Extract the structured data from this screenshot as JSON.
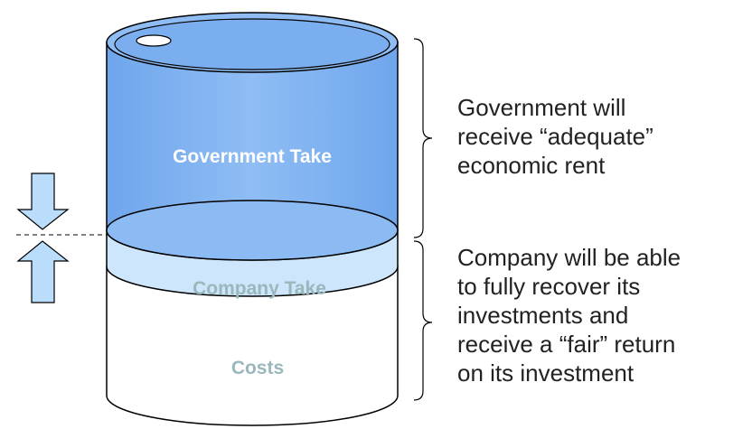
{
  "barrel": {
    "segments": [
      {
        "label": "Government Take",
        "color": "#7fb2f0",
        "label_color": "#ffffff"
      },
      {
        "label": "Company Take",
        "color": "#cde6fb",
        "label_color": "#9ab7bb"
      },
      {
        "label": "Costs",
        "color": "#ffffff",
        "label_color": "#9ab7bb"
      }
    ]
  },
  "annotations": {
    "government": [
      "Government will",
      "receive “adequate”",
      "economic rent"
    ],
    "company": [
      "Company will be able",
      "to fully recover its",
      "investments and",
      "receive a “fair” return",
      "on its investment"
    ]
  },
  "arrows": {
    "down": "down-arrow-icon",
    "up": "up-arrow-icon",
    "fill": "#b9ddfb"
  }
}
